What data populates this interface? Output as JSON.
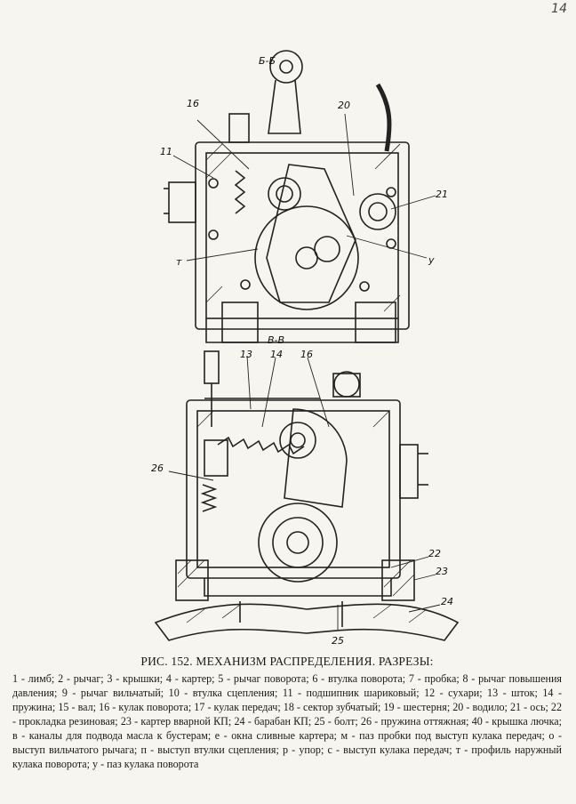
{
  "page": {
    "number": "14"
  },
  "figure": {
    "section_top": "Б-Б",
    "section_bottom": "В-В",
    "callouts_top": [
      "16",
      "20",
      "11",
      "21",
      "т",
      "у"
    ],
    "callouts_bottom": [
      "13",
      "14",
      "16",
      "26",
      "22",
      "23",
      "24",
      "25"
    ]
  },
  "caption": {
    "title": "РИС. 152. МЕХАНИЗМ РАСПРЕДЕЛЕНИЯ. РАЗРЕЗЫ:",
    "legend": "1 - лимб; 2 - рычаг; 3 - крышки; 4 - картер; 5 - рычаг поворота; 6 - втулка поворота; 7 - пробка; 8 - рычаг повышения давления; 9 - рычаг вильчатый; 10 - втулка сцепления; 11 - подшипник шариковый; 12 - сухари; 13 - шток; 14 - пружина; 15 - вал; 16 - кулак поворота; 17 - кулак передач; 18 - сектор зубчатый; 19 - шестерня; 20 - водило; 21 - ось; 22 - прокладка резиновая; 23 - картер вварной КП; 24 - барабан КП; 25 - болт; 26 - пружина оттяжная; 40 - крышка лючка; в - каналы для подвода масла к бустерам; е - окна сливные картера; м - паз пробки под выступ кулака передач; о - выступ вильчатого рычага; п - выступ втулки сцепления; р - упор; с - выступ кулака передач; т - профиль наружный кулака поворота; у - паз кулака поворота"
  }
}
